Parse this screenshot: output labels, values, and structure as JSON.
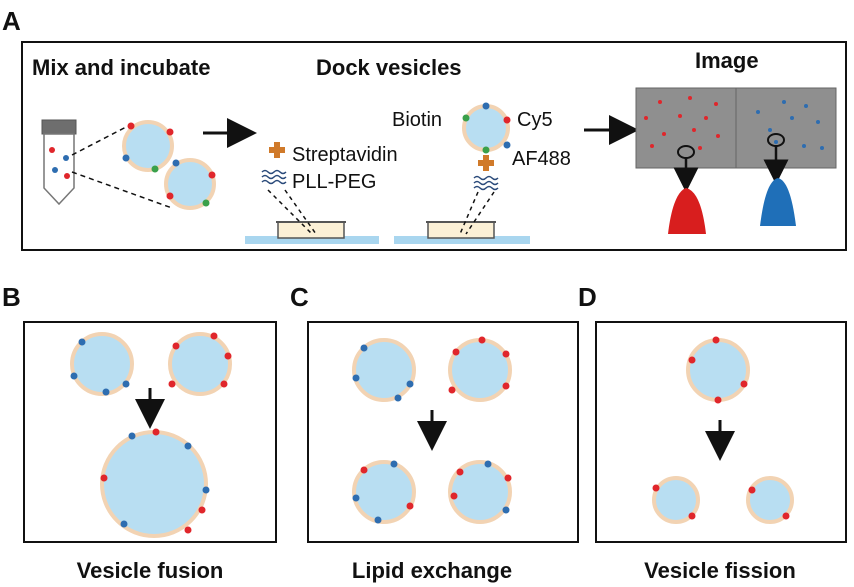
{
  "panels": {
    "a": {
      "letter": "A",
      "steps": {
        "mix": "Mix and incubate",
        "dock": "Dock vesicles",
        "image": "Image"
      },
      "labels": {
        "streptavidin": "Streptavidin",
        "pll_peg": "PLL-PEG",
        "biotin": "Biotin",
        "cy5": "Cy5",
        "af488": "AF488"
      }
    },
    "b": {
      "letter": "B",
      "caption": "Vesicle fusion"
    },
    "c": {
      "letter": "C",
      "caption": "Lipid exchange"
    },
    "d": {
      "letter": "D",
      "caption": "Vesicle fission"
    }
  },
  "colors": {
    "vesicle_fill": "#b8def2",
    "vesicle_rim": "#f2d3b3",
    "cy5_dot": "#e0262b",
    "af488_dot": "#2e6db0",
    "biotin_dot": "#3aa04a",
    "streptavidin": "#d07a2a",
    "pll_peg": "#2a4a7a",
    "image_bg": "#8f8f8f",
    "surface": "#a9d6ef",
    "red_peak": "#d81e1e",
    "blue_peak": "#1f6fb8"
  },
  "icons": [
    "tube-icon",
    "streptavidin-icon",
    "pll-peg-icon",
    "dish-icon",
    "arrow-icon",
    "magnify-circle-icon"
  ]
}
